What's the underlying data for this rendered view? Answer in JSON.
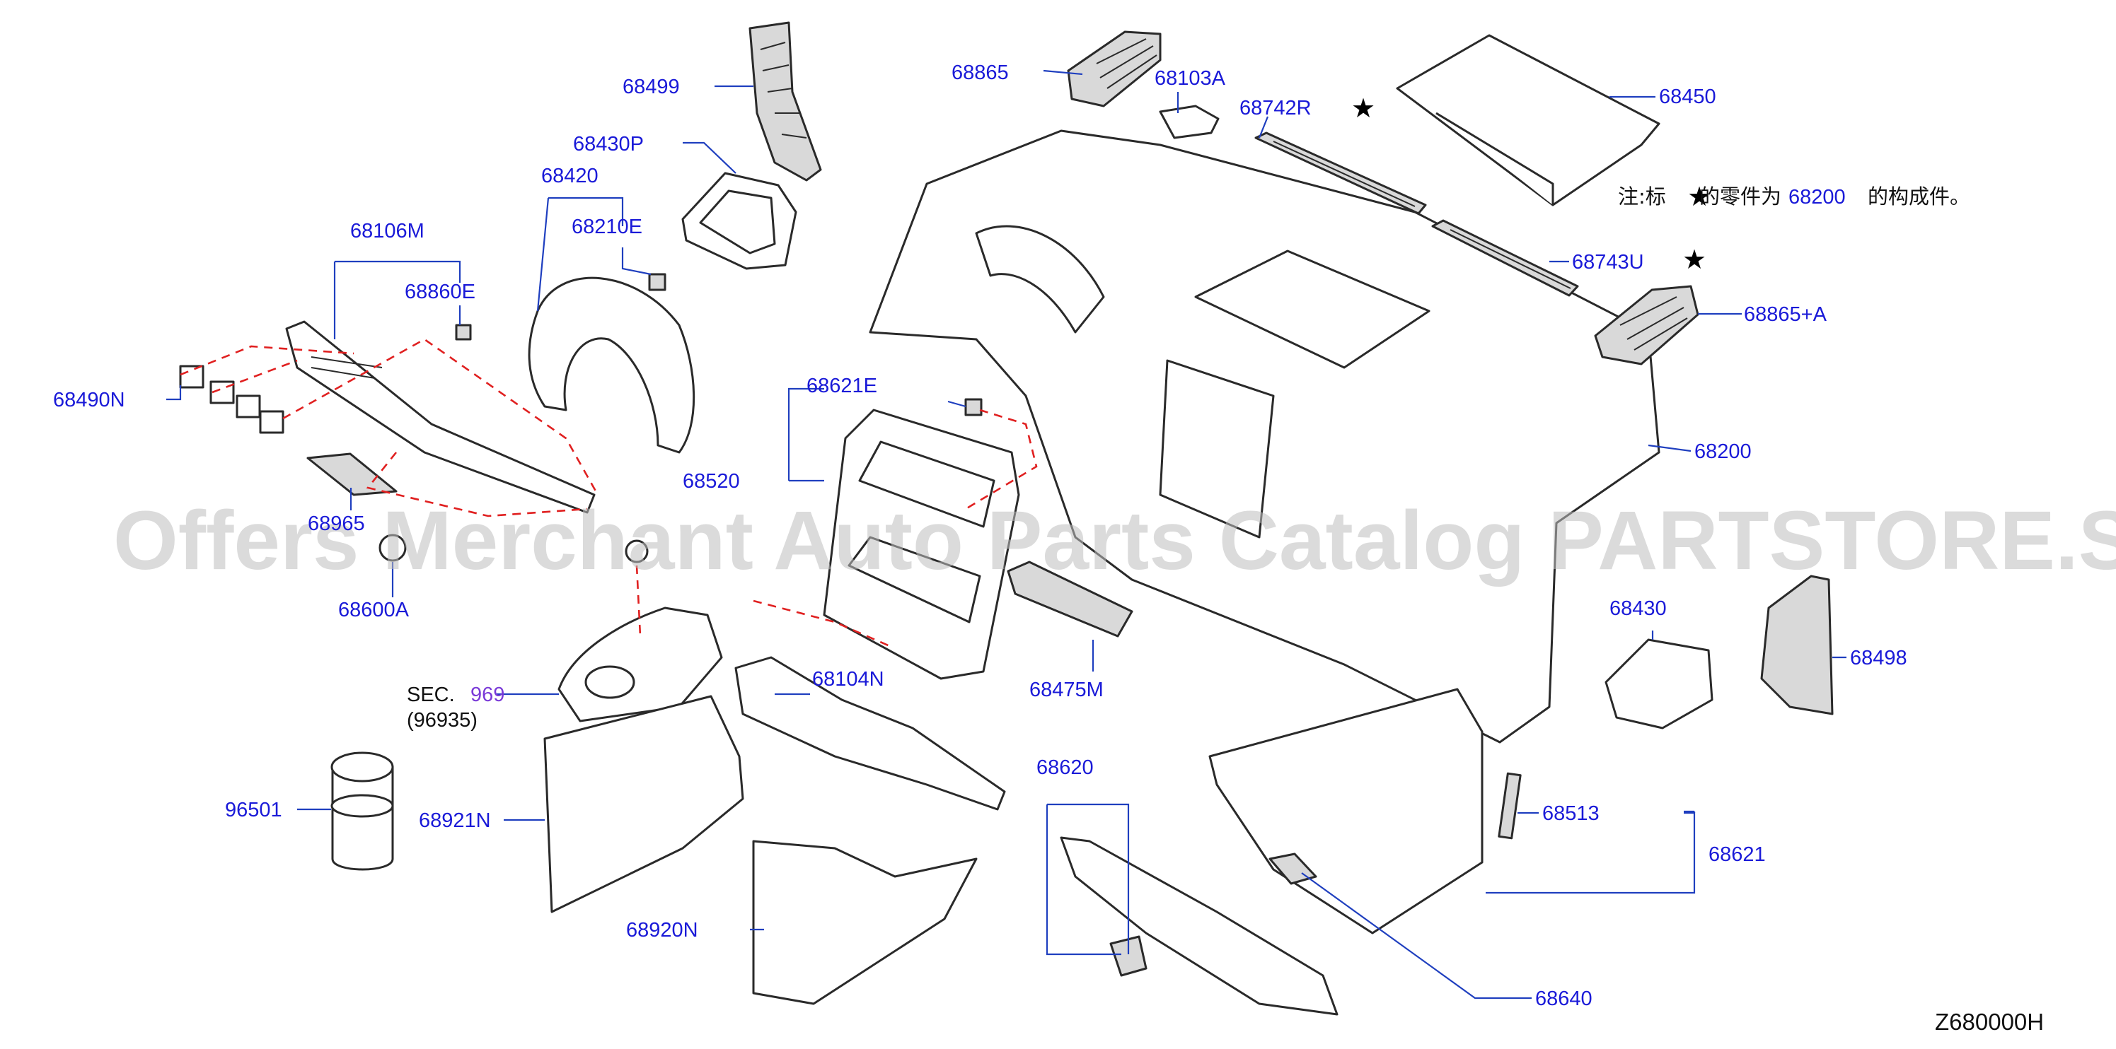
{
  "diagram_id": "Z680000H",
  "watermark": "Offers Merchant Auto Parts Catalog PARTSTORE.SA",
  "note": {
    "prefix": "注:标",
    "star": "★",
    "middle": "的零件为",
    "ref_part": "68200",
    "suffix": "的构成件。"
  },
  "callouts": {
    "p68499": "68499",
    "p68865": "68865",
    "p68103A": "68103A",
    "p68742R": "68742R",
    "p68450": "68450",
    "p68430P": "68430P",
    "p68420": "68420",
    "p68210E": "68210E",
    "p68106M": "68106M",
    "p68860E": "68860E",
    "p68743U": "68743U",
    "p68865A": "68865+A",
    "p68490N": "68490N",
    "p68621E": "68621E",
    "p68200": "68200",
    "p68520": "68520",
    "p68965": "68965",
    "p68600A": "68600A",
    "p68430": "68430",
    "p68498": "68498",
    "p68475M": "68475M",
    "p68104N": "68104N",
    "sec_label": "SEC.",
    "sec_num": "969",
    "sec_sub": "(96935)",
    "p96501": "96501",
    "p68921N": "68921N",
    "p68620": "68620",
    "p68513": "68513",
    "p68621": "68621",
    "p68920N": "68920N",
    "p68640": "68640"
  },
  "star_marks": [
    "★",
    "★"
  ],
  "colors": {
    "callout_text": "#1a1ad8",
    "leader_line": "#1f3fbf",
    "dashed_guide": "#e02020",
    "part_outline": "#2a2a2a",
    "section_ref": "#7a3ad8"
  }
}
